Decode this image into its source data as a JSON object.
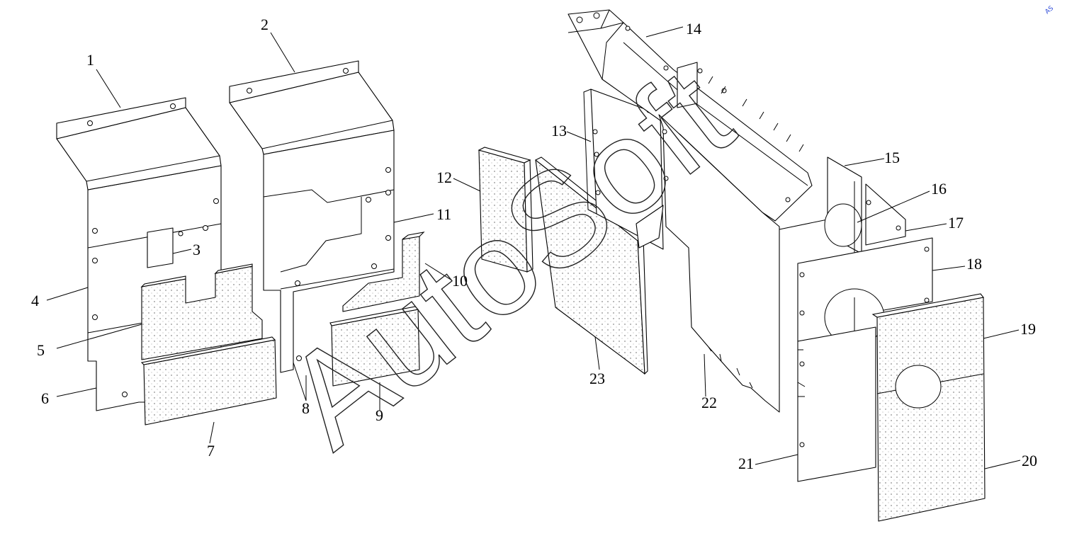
{
  "diagram": {
    "kind": "exploded-parts-view",
    "callouts": [
      {
        "id": "1",
        "label": "1"
      },
      {
        "id": "2",
        "label": "2"
      },
      {
        "id": "3",
        "label": "3"
      },
      {
        "id": "4",
        "label": "4"
      },
      {
        "id": "5",
        "label": "5"
      },
      {
        "id": "6",
        "label": "6"
      },
      {
        "id": "7",
        "label": "7"
      },
      {
        "id": "8",
        "label": "8"
      },
      {
        "id": "9",
        "label": "9"
      },
      {
        "id": "10",
        "label": "10"
      },
      {
        "id": "11",
        "label": "11"
      },
      {
        "id": "12",
        "label": "12"
      },
      {
        "id": "13",
        "label": "13"
      },
      {
        "id": "14",
        "label": "14"
      },
      {
        "id": "15",
        "label": "15"
      },
      {
        "id": "16",
        "label": "16"
      },
      {
        "id": "17",
        "label": "17"
      },
      {
        "id": "18",
        "label": "18"
      },
      {
        "id": "19",
        "label": "19"
      },
      {
        "id": "20",
        "label": "20"
      },
      {
        "id": "21",
        "label": "21"
      },
      {
        "id": "22",
        "label": "22"
      },
      {
        "id": "23",
        "label": "23"
      }
    ],
    "watermark": "AutoSoft",
    "corner_logo": "AS"
  }
}
